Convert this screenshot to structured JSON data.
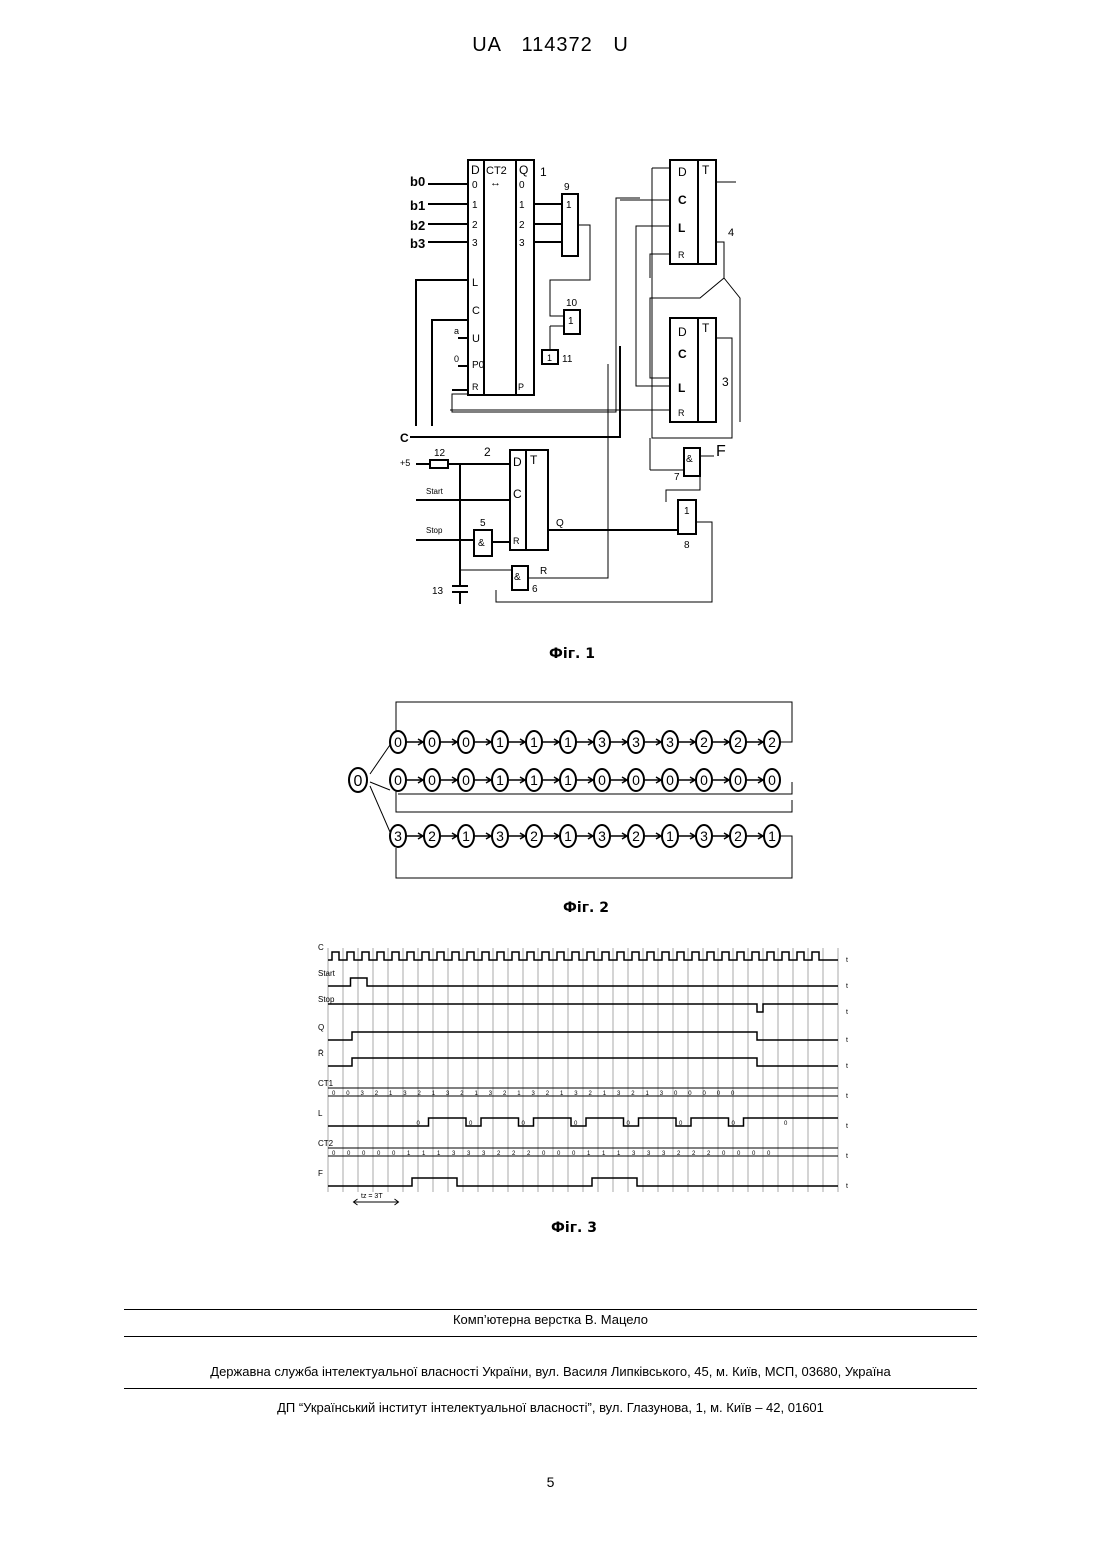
{
  "header": {
    "country": "UA",
    "number": "114372",
    "kind": "U"
  },
  "fig1": {
    "caption": "Фіг. 1",
    "inputs": [
      "b0",
      "b1",
      "b2",
      "b3"
    ],
    "ct2": {
      "title": "CT2",
      "arrow": "↔",
      "d": "D",
      "q": "Q",
      "in_labels": [
        "0",
        "1",
        "2",
        "3"
      ],
      "out_labels": [
        "0",
        "1",
        "2",
        "3"
      ],
      "pins": [
        "L",
        "C",
        "U",
        "P0",
        "R",
        "P"
      ]
    },
    "num_labels": {
      "n1": "1",
      "n2": "2",
      "n3": "3",
      "n4": "4",
      "n5": "5",
      "n6": "6",
      "n7": "7",
      "n8": "8",
      "n9": "9",
      "n10": "10",
      "n11": "11",
      "n12": "12",
      "n13": "13"
    },
    "ff": {
      "d": "D",
      "c": "C",
      "l": "L",
      "r": "R",
      "t": "T"
    },
    "signals": {
      "c": "C",
      "plus5": "+5",
      "start": "Start",
      "stop": "Stop",
      "q": "Q",
      "r": "R",
      "f": "F",
      "u_a": "a",
      "p_in": "0"
    },
    "gates": {
      "and": "&",
      "or": "1"
    }
  },
  "fig2": {
    "caption": "Фіг. 2",
    "start": "0",
    "rows": [
      [
        "0",
        "0",
        "0",
        "1",
        "1",
        "1",
        "3",
        "3",
        "3",
        "2",
        "2",
        "2"
      ],
      [
        "0",
        "0",
        "0",
        "1",
        "1",
        "1",
        "0",
        "0",
        "0",
        "0",
        "0",
        "0"
      ],
      [
        "3",
        "2",
        "1",
        "3",
        "2",
        "1",
        "3",
        "2",
        "1",
        "3",
        "2",
        "1"
      ]
    ]
  },
  "fig3": {
    "caption": "Фіг. 3",
    "signals": [
      "C",
      "Start",
      "Stop",
      "Q",
      "R̄",
      "CT1",
      "L",
      "CT2",
      "F"
    ],
    "time_label": "t",
    "ct1_values": [
      "0",
      "0",
      "3",
      "2",
      "1",
      "3",
      "2",
      "1",
      "3",
      "2",
      "1",
      "3",
      "2",
      "1",
      "3",
      "2",
      "1",
      "3",
      "2",
      "1",
      "3",
      "2",
      "1",
      "3",
      "0",
      "0",
      "0",
      "0",
      "0"
    ],
    "l_values": [
      "0",
      "0",
      "0",
      "0",
      "0",
      "0",
      "0",
      "0"
    ],
    "ct2_values": [
      "0",
      "0",
      "0",
      "0",
      "0",
      "1",
      "1",
      "1",
      "3",
      "3",
      "3",
      "2",
      "2",
      "2",
      "0",
      "0",
      "0",
      "1",
      "1",
      "1",
      "3",
      "3",
      "3",
      "2",
      "2",
      "2",
      "0",
      "0",
      "0",
      "0"
    ],
    "tz_label": "tz = 3T"
  },
  "footer": {
    "compose": "Комп’ютерна верстка В. Мацело",
    "office": "Державна служба інтелектуальної власності України, вул. Василя Липківського, 45, м. Київ, МСП, 03680, Україна",
    "institute": "ДП “Український інститут інтелектуальної власності”, вул. Глазунова, 1, м. Київ – 42, 01601",
    "page": "5"
  }
}
